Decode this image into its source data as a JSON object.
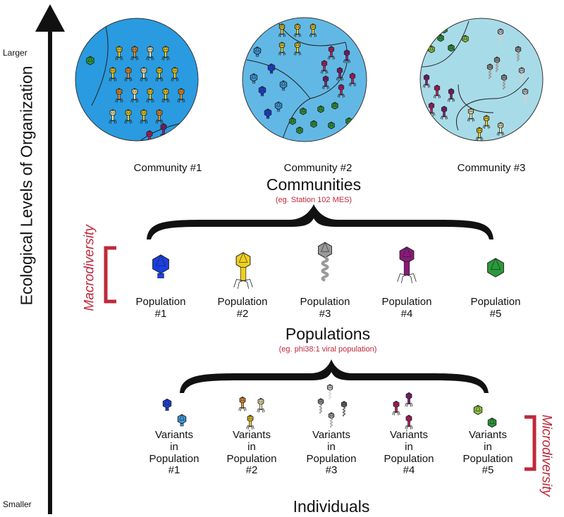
{
  "axis": {
    "title": "Ecological Levels of Organization",
    "top_label": "Larger",
    "bottom_label": "Smaller"
  },
  "communities": [
    {
      "label": "Community #1"
    },
    {
      "label": "Community #2"
    },
    {
      "label": "Community #3"
    }
  ],
  "levels": {
    "communities": "Communities",
    "communities_example": "(eg. Station 102 MES)",
    "populations": "Populations",
    "populations_example": "(eg. phi38:1 viral population)",
    "individuals": "Individuals"
  },
  "diversity": {
    "macro": "Macrodiversity",
    "micro": "Microdiversity"
  },
  "populations": [
    {
      "line1": "Population",
      "line2": "#1"
    },
    {
      "line1": "Population",
      "line2": "#2"
    },
    {
      "line1": "Population",
      "line2": "#3"
    },
    {
      "line1": "Population",
      "line2": "#4"
    },
    {
      "line1": "Population",
      "line2": "#5"
    }
  ],
  "variants": [
    {
      "line1": "Variants",
      "line2": "in",
      "line3": "Population",
      "line4": "#1"
    },
    {
      "line1": "Variants",
      "line2": "in",
      "line3": "Population",
      "line4": "#2"
    },
    {
      "line1": "Variants",
      "line2": "in",
      "line3": "Population",
      "line4": "#3"
    },
    {
      "line1": "Variants",
      "line2": "in",
      "line3": "Population",
      "line4": "#4"
    },
    {
      "line1": "Variants",
      "line2": "in",
      "line3": "Population",
      "line4": "#5"
    }
  ],
  "colors": {
    "community1_fill": "#2a9be0",
    "community2_fill": "#62b8e4",
    "community3_fill": "#a8dbe8",
    "accent_red": "#c0283a",
    "blue_virus": "#1a3fe0",
    "yellow_virus": "#f0d020",
    "orange_virus": "#e8902a",
    "gray_virus": "#9a9a9a",
    "purple_virus": "#8a1a7a",
    "magenta_virus": "#c01a6a",
    "green_virus": "#2a9a3a",
    "light_green_virus": "#8ac83a",
    "light_blue_virus": "#3a9ae0",
    "pale_yellow_virus": "#f4ecb0"
  }
}
